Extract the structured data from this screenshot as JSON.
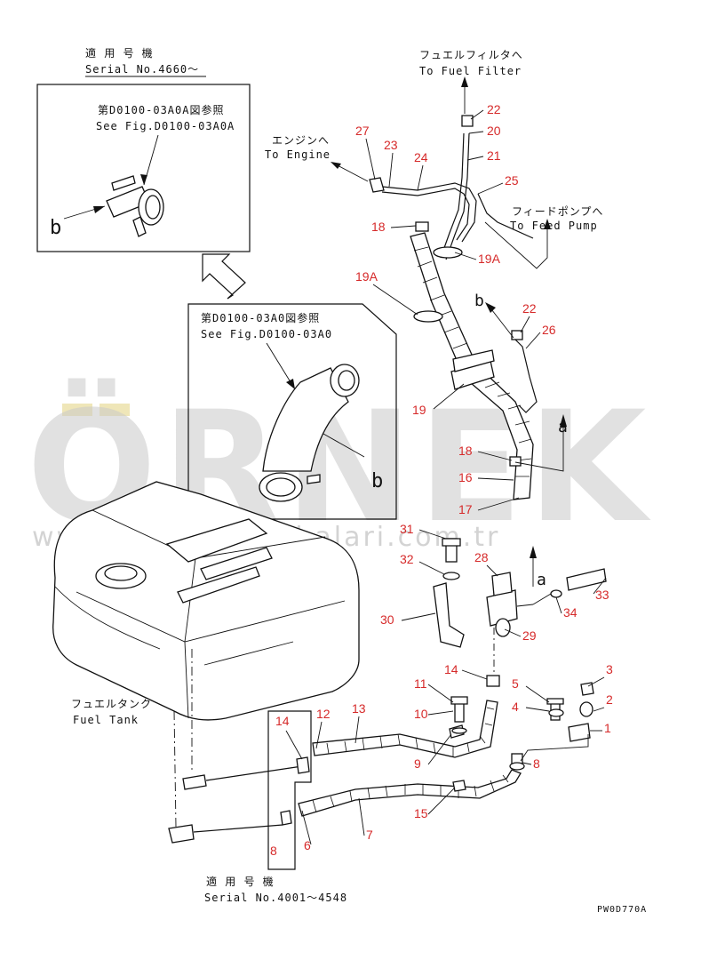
{
  "notes": {
    "serial_top_jp": "適 用 号 機",
    "serial_top": "Serial No.4660～",
    "serial_bottom_jp": "適 用 号 機",
    "serial_bottom": "Serial No.4001～4548",
    "see_fig_a_jp": "第D0100-03A0A図参照",
    "see_fig_a": "See Fig.D0100-03A0A",
    "see_fig_b_jp": "第D0100-03A0図参照",
    "see_fig_b": "See Fig.D0100-03A0",
    "to_filter_jp": "フュエルフィルタへ",
    "to_filter": "To Fuel Filter",
    "to_engine_jp": "エンジンへ",
    "to_engine": "To Engine",
    "to_pump_jp": "フィードポンプへ",
    "to_pump": "To Feed Pump",
    "tank_jp": "フュエルタンク",
    "tank": "Fuel Tank",
    "drawing_code": "PW0D770A"
  },
  "view_marks": {
    "a": "a",
    "b": "b"
  },
  "part_numbers": {
    "p1": "1",
    "p2": "2",
    "p3": "3",
    "p4": "4",
    "p5": "5",
    "p6": "6",
    "p7": "7",
    "p8a": "8",
    "p8b": "8",
    "p9": "9",
    "p10": "10",
    "p11": "11",
    "p12": "12",
    "p13": "13",
    "p14a": "14",
    "p14b": "14",
    "p15": "15",
    "p16": "16",
    "p17": "17",
    "p18a": "18",
    "p18b": "18",
    "p19": "19",
    "p19a1": "19A",
    "p19a2": "19A",
    "p20": "20",
    "p21": "21",
    "p22a": "22",
    "p22b": "22",
    "p23": "23",
    "p24": "24",
    "p25": "25",
    "p26": "26",
    "p27": "27",
    "p28": "28",
    "p29": "29",
    "p30": "30",
    "p31": "31",
    "p32": "32",
    "p33": "33",
    "p34": "34"
  },
  "watermark": {
    "brand": "ÖRNEK",
    "url": "www.orneksmakihalari.com.tr"
  },
  "colors": {
    "callout": "#d62a2a",
    "line": "#111111",
    "watermark": "#c9c9c9"
  }
}
